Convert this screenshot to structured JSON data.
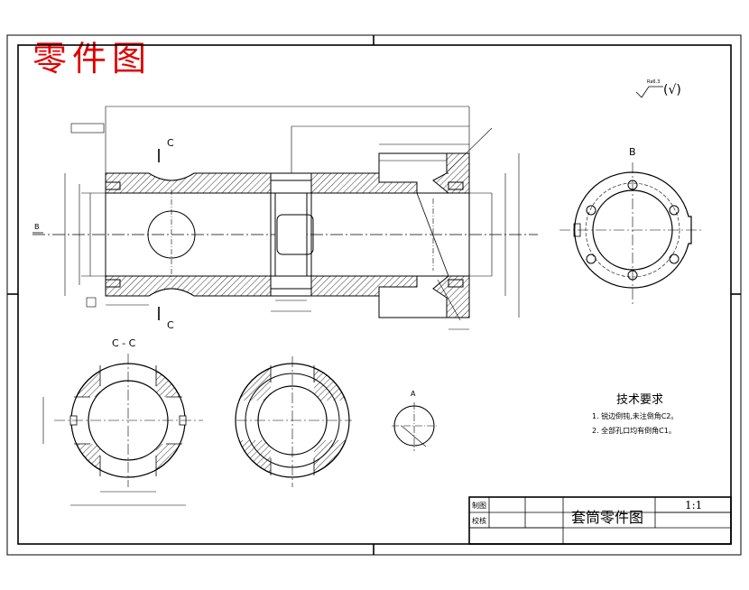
{
  "header": {
    "red_title": "零件图"
  },
  "surface_note": {
    "symbol_text": "Ra6.3",
    "suffix": "(√)"
  },
  "views": {
    "section_c_label": "C",
    "section_b_label": "B",
    "cc_title": "C - C",
    "detail_label": "A",
    "arrow_b": "B"
  },
  "tech_requirements": {
    "title": "技术要求",
    "items": [
      "1. 锐边倒钝,未注倒角C2。",
      "2. 全部孔口均有倒角C1。"
    ]
  },
  "title_block": {
    "drawn_label": "制图",
    "checked_label": "校核",
    "part_name": "套筒零件图",
    "scale": "1:1"
  },
  "colors": {
    "line": "#000000",
    "title_red": "#e00000",
    "hatch": "#000000"
  }
}
